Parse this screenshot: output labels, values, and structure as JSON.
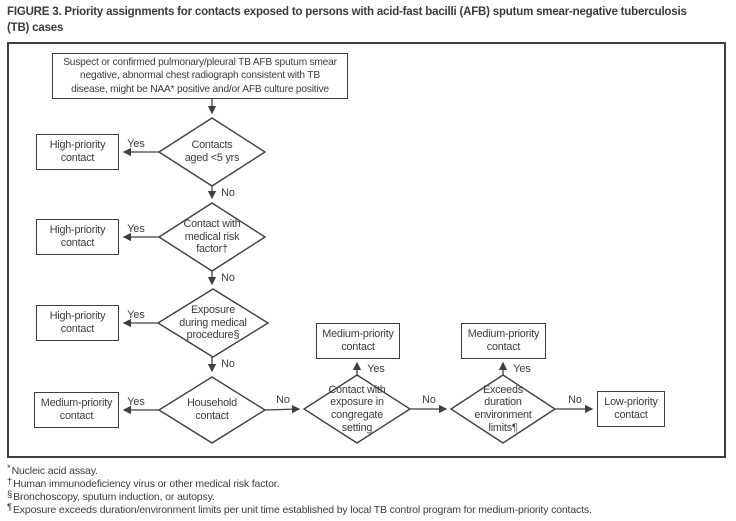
{
  "title": "FIGURE 3. Priority assignments for contacts exposed to persons with acid-fast bacilli (AFB) sputum smear-negative tuberculosis\n(TB) cases",
  "colors": {
    "text": "#3b3b3b",
    "line": "#3f3f3f",
    "background": "#ffffff"
  },
  "flowchart": {
    "start": {
      "text": "Suspect or confirmed pulmonary/pleural TB AFB sputum smear\nnegative, abnormal chest radiograph consistent with TB\ndisease, might be NAA* positive and/or AFB culture positive"
    },
    "decisions": [
      {
        "id": "contacts-aged-under-5",
        "text": "Contacts\naged <5 yrs"
      },
      {
        "id": "medical-risk-factor",
        "text": "Contact with\nmedical risk\nfactor†"
      },
      {
        "id": "exposure-medical-procedure",
        "text": "Exposure\nduring medical\nprocedure§"
      },
      {
        "id": "household-contact",
        "text": "Household\ncontact"
      },
      {
        "id": "congregate-setting",
        "text": "Contact with\nexposure in\ncongregate\nsetting"
      },
      {
        "id": "exceeds-duration-limits",
        "text": "Exceeds\nduration\nenvironment\nlimits¶"
      }
    ],
    "outcomes": [
      {
        "id": "high-priority-1",
        "text": "High-priority\ncontact"
      },
      {
        "id": "high-priority-2",
        "text": "High-priority\ncontact"
      },
      {
        "id": "high-priority-3",
        "text": "High-priority\ncontact"
      },
      {
        "id": "medium-priority-1",
        "text": "Medium-priority\ncontact"
      },
      {
        "id": "medium-priority-2",
        "text": "Medium-priority\ncontact"
      },
      {
        "id": "medium-priority-3",
        "text": "Medium-priority\ncontact"
      },
      {
        "id": "low-priority-1",
        "text": "Low-priority\ncontact"
      }
    ],
    "edge_labels": {
      "yes": "Yes",
      "no": "No"
    }
  },
  "footnotes": [
    {
      "marker": "*",
      "text": "Nucleic acid assay."
    },
    {
      "marker": "†",
      "text": "Human immunodeficiency virus or other medical risk factor."
    },
    {
      "marker": "§",
      "text": "Bronchoscopy, sputum induction, or autopsy."
    },
    {
      "marker": "¶",
      "text": "Exposure exceeds duration/environment limits per unit time established by local TB control program for medium-priority contacts."
    }
  ]
}
